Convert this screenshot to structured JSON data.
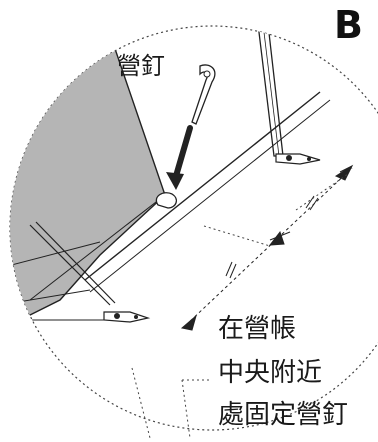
{
  "badge": "B",
  "peg_label": "營釘",
  "note": {
    "line1": "在營帳",
    "line2": "中央附近",
    "line3": "處固定營釘"
  }
}
